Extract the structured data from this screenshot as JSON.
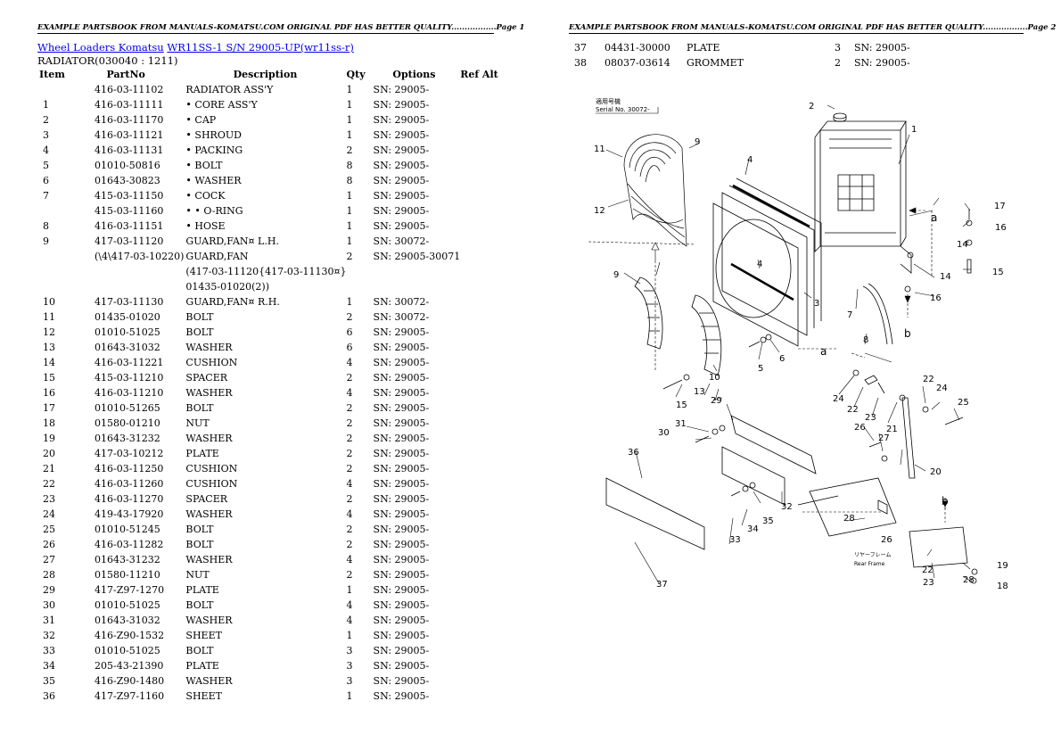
{
  "header": {
    "page1": "EXAMPLE PARTSBOOK FROM MANUALS-KOMATSU.COM ORIGINAL PDF HAS BETTER QUALITY.................Page 1",
    "page2": "EXAMPLE PARTSBOOK FROM MANUALS-KOMATSU.COM ORIGINAL PDF HAS BETTER QUALITY.................Page 2"
  },
  "links": {
    "category": "Wheel Loaders Komatsu",
    "model": "WR11SS-1 S/N 29005-UP(wr11ss-r)"
  },
  "subtitle": "RADIATOR(030040 : 1211)",
  "columns": {
    "item": "Item",
    "partno": "PartNo",
    "description": "Description",
    "qty": "Qty",
    "options": "Options",
    "refalt": "Ref Alt"
  },
  "rows": [
    {
      "item": "",
      "partno": "416-03-11102",
      "desc": "RADIATOR ASS'Y",
      "qty": "1",
      "opt": "SN: 29005-"
    },
    {
      "item": "1",
      "partno": "416-03-11111",
      "desc": "• CORE ASS'Y",
      "qty": "1",
      "opt": "SN: 29005-"
    },
    {
      "item": "2",
      "partno": "416-03-11170",
      "desc": "• CAP",
      "qty": "1",
      "opt": "SN: 29005-"
    },
    {
      "item": "3",
      "partno": "416-03-11121",
      "desc": "• SHROUD",
      "qty": "1",
      "opt": "SN: 29005-"
    },
    {
      "item": "4",
      "partno": "416-03-11131",
      "desc": "• PACKING",
      "qty": "2",
      "opt": "SN: 29005-"
    },
    {
      "item": "5",
      "partno": "01010-50816",
      "desc": "• BOLT",
      "qty": "8",
      "opt": "SN: 29005-"
    },
    {
      "item": "6",
      "partno": "01643-30823",
      "desc": "• WASHER",
      "qty": "8",
      "opt": "SN: 29005-"
    },
    {
      "item": "7",
      "partno": "415-03-11150",
      "desc": "• COCK",
      "qty": "1",
      "opt": "SN: 29005-"
    },
    {
      "item": "",
      "partno": "415-03-11160",
      "desc": "• • O-RING",
      "qty": "1",
      "opt": "SN: 29005-"
    },
    {
      "item": "8",
      "partno": "416-03-11151",
      "desc": "• HOSE",
      "qty": "1",
      "opt": "SN: 29005-"
    },
    {
      "item": "9",
      "partno": "417-03-11120",
      "desc": "GUARD,FAN¤ L.H.",
      "qty": "1",
      "opt": "SN: 30072-"
    },
    {
      "item": "",
      "partno": "(\\4\\417-03-10220)",
      "desc": "GUARD,FAN",
      "qty": "2",
      "opt": "SN: 29005-30071"
    },
    {
      "item": "",
      "partno": "",
      "desc": "(417-03-11120{417-03-11130¤}",
      "qty": "",
      "opt": ""
    },
    {
      "item": "",
      "partno": "",
      "desc": "01435-01020(2))",
      "qty": "",
      "opt": ""
    },
    {
      "item": "10",
      "partno": "417-03-11130",
      "desc": "GUARD,FAN¤ R.H.",
      "qty": "1",
      "opt": "SN: 30072-"
    },
    {
      "item": "11",
      "partno": "01435-01020",
      "desc": "BOLT",
      "qty": "2",
      "opt": "SN: 30072-"
    },
    {
      "item": "12",
      "partno": "01010-51025",
      "desc": "BOLT",
      "qty": "6",
      "opt": "SN: 29005-"
    },
    {
      "item": "13",
      "partno": "01643-31032",
      "desc": "WASHER",
      "qty": "6",
      "opt": "SN: 29005-"
    },
    {
      "item": "14",
      "partno": "416-03-11221",
      "desc": "CUSHION",
      "qty": "4",
      "opt": "SN: 29005-"
    },
    {
      "item": "15",
      "partno": "415-03-11210",
      "desc": "SPACER",
      "qty": "2",
      "opt": "SN: 29005-"
    },
    {
      "item": "16",
      "partno": "416-03-11210",
      "desc": "WASHER",
      "qty": "4",
      "opt": "SN: 29005-"
    },
    {
      "item": "17",
      "partno": "01010-51265",
      "desc": "BOLT",
      "qty": "2",
      "opt": "SN: 29005-"
    },
    {
      "item": "18",
      "partno": "01580-01210",
      "desc": "NUT",
      "qty": "2",
      "opt": "SN: 29005-"
    },
    {
      "item": "19",
      "partno": "01643-31232",
      "desc": "WASHER",
      "qty": "2",
      "opt": "SN: 29005-"
    },
    {
      "item": "20",
      "partno": "417-03-10212",
      "desc": "PLATE",
      "qty": "2",
      "opt": "SN: 29005-"
    },
    {
      "item": "21",
      "partno": "416-03-11250",
      "desc": "CUSHION",
      "qty": "2",
      "opt": "SN: 29005-"
    },
    {
      "item": "22",
      "partno": "416-03-11260",
      "desc": "CUSHION",
      "qty": "4",
      "opt": "SN: 29005-"
    },
    {
      "item": "23",
      "partno": "416-03-11270",
      "desc": "SPACER",
      "qty": "2",
      "opt": "SN: 29005-"
    },
    {
      "item": "24",
      "partno": "419-43-17920",
      "desc": "WASHER",
      "qty": "4",
      "opt": "SN: 29005-"
    },
    {
      "item": "25",
      "partno": "01010-51245",
      "desc": "BOLT",
      "qty": "2",
      "opt": "SN: 29005-"
    },
    {
      "item": "26",
      "partno": "416-03-11282",
      "desc": "BOLT",
      "qty": "2",
      "opt": "SN: 29005-"
    },
    {
      "item": "27",
      "partno": "01643-31232",
      "desc": "WASHER",
      "qty": "4",
      "opt": "SN: 29005-"
    },
    {
      "item": "28",
      "partno": "01580-11210",
      "desc": "NUT",
      "qty": "2",
      "opt": "SN: 29005-"
    },
    {
      "item": "29",
      "partno": "417-Z97-1270",
      "desc": "PLATE",
      "qty": "1",
      "opt": "SN: 29005-"
    },
    {
      "item": "30",
      "partno": "01010-51025",
      "desc": "BOLT",
      "qty": "4",
      "opt": "SN: 29005-"
    },
    {
      "item": "31",
      "partno": "01643-31032",
      "desc": "WASHER",
      "qty": "4",
      "opt": "SN: 29005-"
    },
    {
      "item": "32",
      "partno": "416-Z90-1532",
      "desc": "SHEET",
      "qty": "1",
      "opt": "SN: 29005-"
    },
    {
      "item": "33",
      "partno": "01010-51025",
      "desc": "BOLT",
      "qty": "3",
      "opt": "SN: 29005-"
    },
    {
      "item": "34",
      "partno": "205-43-21390",
      "desc": "PLATE",
      "qty": "3",
      "opt": "SN: 29005-"
    },
    {
      "item": "35",
      "partno": "416-Z90-1480",
      "desc": "WASHER",
      "qty": "3",
      "opt": "SN: 29005-"
    },
    {
      "item": "36",
      "partno": "417-Z97-1160",
      "desc": "SHEET",
      "qty": "1",
      "opt": "SN: 29005-"
    }
  ],
  "rows_page2": [
    {
      "item": "37",
      "partno": "04431-30000",
      "desc": "PLATE",
      "qty": "3",
      "opt": "SN: 29005-"
    },
    {
      "item": "38",
      "partno": "08037-03614",
      "desc": "GROMMET",
      "qty": "2",
      "opt": "SN: 29005-"
    }
  ],
  "diagram": {
    "caption_line1": "適用号機",
    "caption_line2": "Serial No. 30072-",
    "frame_jp": "リヤーフレーム",
    "frame_en": "Rear Frame",
    "callouts": [
      {
        "id": "c1",
        "label": "1"
      },
      {
        "id": "c2",
        "label": "2"
      },
      {
        "id": "c3",
        "label": "3"
      },
      {
        "id": "c4a",
        "label": "4"
      },
      {
        "id": "c4b",
        "label": "4"
      },
      {
        "id": "c5",
        "label": "5"
      },
      {
        "id": "c6",
        "label": "6"
      },
      {
        "id": "c7",
        "label": "7"
      },
      {
        "id": "c8",
        "label": "8"
      },
      {
        "id": "c9a",
        "label": "9"
      },
      {
        "id": "c9b",
        "label": "9"
      },
      {
        "id": "c10",
        "label": "10"
      },
      {
        "id": "c11",
        "label": "11"
      },
      {
        "id": "c12",
        "label": "12"
      },
      {
        "id": "c13",
        "label": "13"
      },
      {
        "id": "c14a",
        "label": "14"
      },
      {
        "id": "c14b",
        "label": "14"
      },
      {
        "id": "c15a",
        "label": "15"
      },
      {
        "id": "c15b",
        "label": "15"
      },
      {
        "id": "c16a",
        "label": "16"
      },
      {
        "id": "c16b",
        "label": "16"
      },
      {
        "id": "c17",
        "label": "17"
      },
      {
        "id": "c18",
        "label": "18"
      },
      {
        "id": "c19",
        "label": "19"
      },
      {
        "id": "c20",
        "label": "20"
      },
      {
        "id": "c21",
        "label": "21"
      },
      {
        "id": "c22a",
        "label": "22"
      },
      {
        "id": "c22b",
        "label": "22"
      },
      {
        "id": "c22c",
        "label": "22"
      },
      {
        "id": "c23a",
        "label": "23"
      },
      {
        "id": "c23b",
        "label": "23"
      },
      {
        "id": "c24a",
        "label": "24"
      },
      {
        "id": "c24b",
        "label": "24"
      },
      {
        "id": "c25",
        "label": "25"
      },
      {
        "id": "c26a",
        "label": "26"
      },
      {
        "id": "c26b",
        "label": "26"
      },
      {
        "id": "c27",
        "label": "27"
      },
      {
        "id": "c28a",
        "label": "28"
      },
      {
        "id": "c28b",
        "label": "28"
      },
      {
        "id": "c29",
        "label": "29"
      },
      {
        "id": "c30",
        "label": "30"
      },
      {
        "id": "c31",
        "label": "31"
      },
      {
        "id": "c32",
        "label": "32"
      },
      {
        "id": "c33",
        "label": "33"
      },
      {
        "id": "c34",
        "label": "34"
      },
      {
        "id": "c35",
        "label": "35"
      },
      {
        "id": "c36",
        "label": "36"
      },
      {
        "id": "c37",
        "label": "37"
      },
      {
        "id": "ca1",
        "label": "a"
      },
      {
        "id": "ca2",
        "label": "a"
      },
      {
        "id": "cb1",
        "label": "b"
      },
      {
        "id": "cb2",
        "label": "b"
      }
    ]
  }
}
